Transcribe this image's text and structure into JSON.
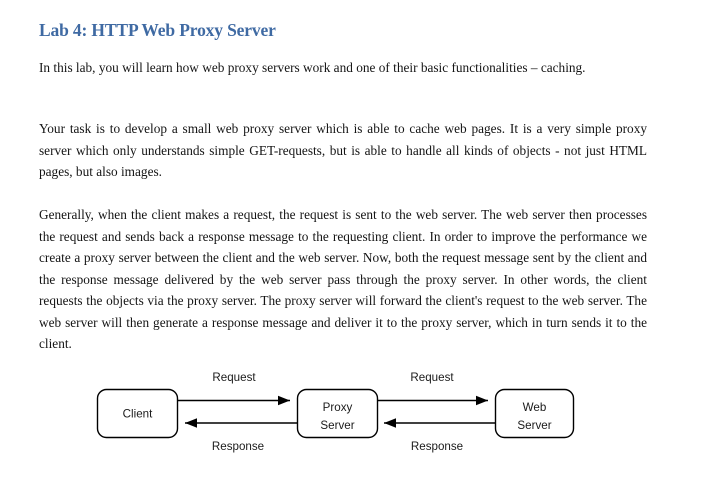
{
  "document": {
    "title": "Lab 4: HTTP Web Proxy Server",
    "title_color": "#3f6aa3",
    "paragraphs": [
      "In this lab, you will learn how web proxy servers work and one of their basic functionalities – caching.",
      "Your task is to develop a small web proxy server which is able to cache web pages. It is a very simple proxy server which only understands simple GET-requests, but is able to handle all kinds of objects - not just HTML pages, but also images.",
      "Generally, when the client makes a request, the request is sent to the web server. The web server then processes the request and sends back a response message to the requesting client. In order to improve the performance we create a proxy server between the client and the web server. Now, both the request message sent by the client and the response message delivered by the web server pass through the proxy server. In other words, the client requests the objects via the proxy server. The proxy server will forward the client's request to the web server. The web server will then generate a response message and deliver it to the proxy server, which in turn sends it to the client."
    ]
  },
  "diagram": {
    "type": "flow",
    "stroke_color": "#000000",
    "nodes": [
      {
        "id": "client",
        "lines": [
          "Client"
        ]
      },
      {
        "id": "proxy",
        "lines": [
          "Proxy",
          "Server"
        ]
      },
      {
        "id": "web",
        "lines": [
          "Web",
          "Server"
        ]
      }
    ],
    "edges": [
      {
        "id": "client-to-proxy",
        "label": "Request",
        "direction": "right"
      },
      {
        "id": "proxy-to-client",
        "label": "Response",
        "direction": "left"
      },
      {
        "id": "proxy-to-web",
        "label": "Request",
        "direction": "right"
      },
      {
        "id": "web-to-proxy",
        "label": "Response",
        "direction": "left"
      }
    ]
  }
}
